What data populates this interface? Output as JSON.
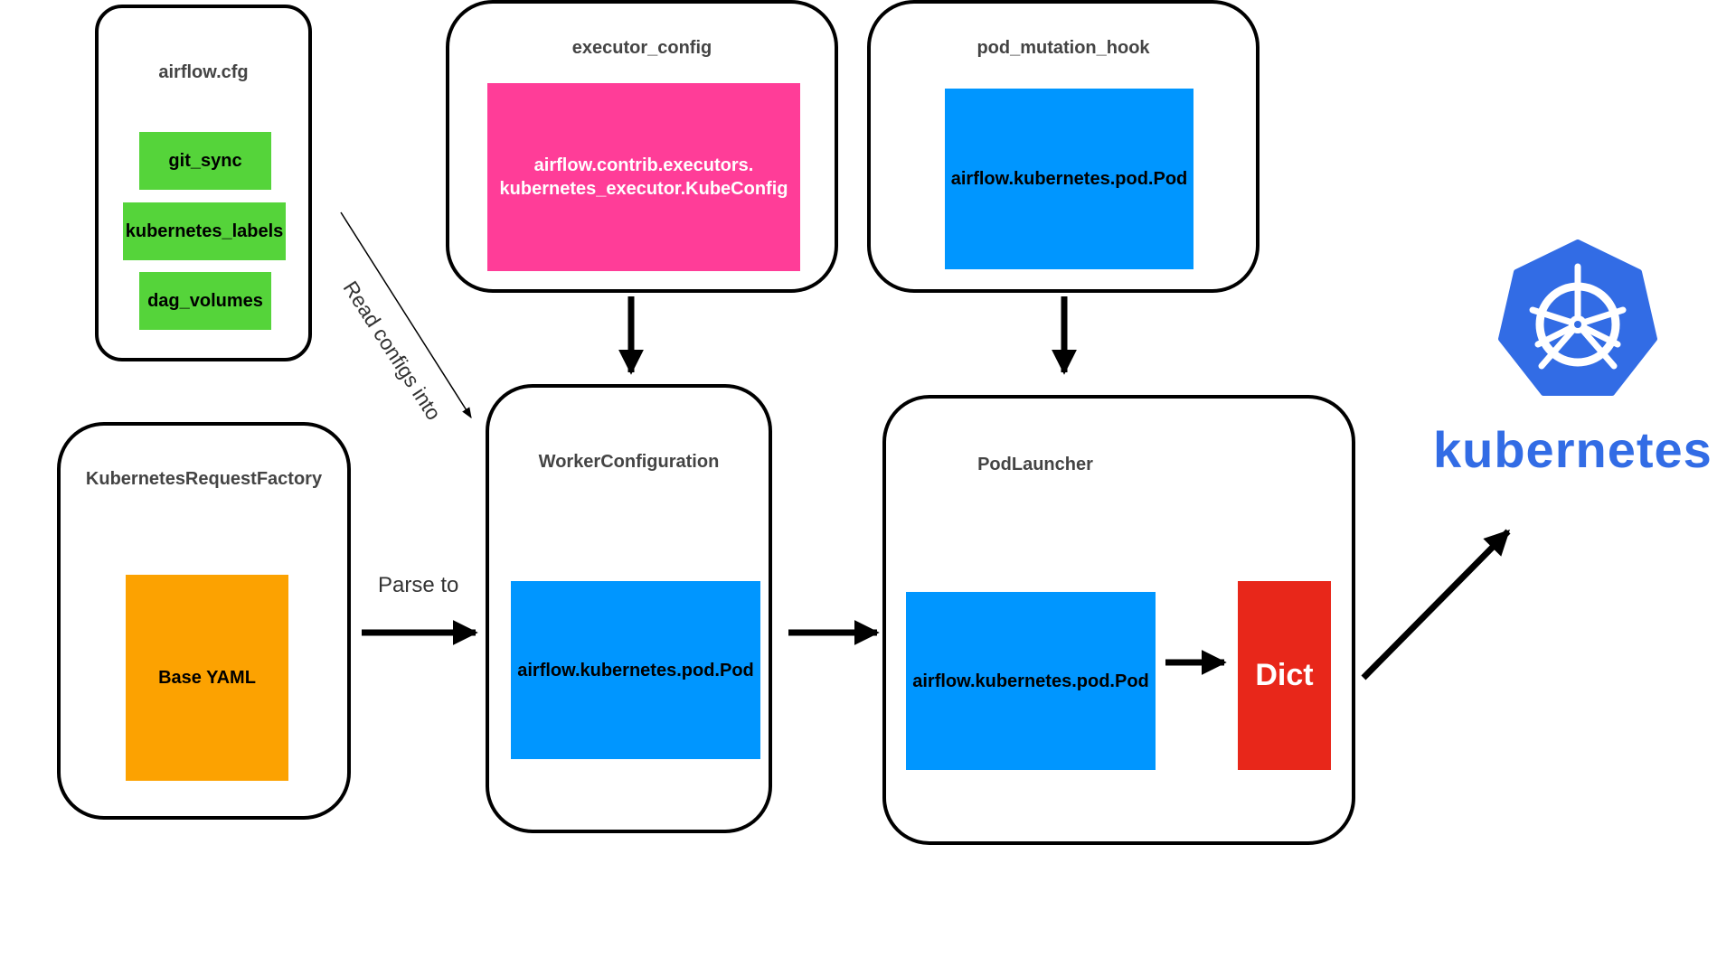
{
  "airflow_cfg": {
    "title": "airflow.cfg",
    "items": [
      "git_sync",
      "kubernetes_labels",
      "dag_volumes"
    ]
  },
  "executor_config": {
    "title": "executor_config",
    "content_line1": "airflow.contrib.executors.",
    "content_line2": "kubernetes_executor.KubeConfig"
  },
  "pod_mutation_hook": {
    "title": "pod_mutation_hook",
    "content": "airflow.kubernetes.pod.Pod"
  },
  "request_factory": {
    "title": "KubernetesRequestFactory",
    "content": "Base YAML"
  },
  "worker_configuration": {
    "title": "WorkerConfiguration",
    "content": "airflow.kubernetes.pod.Pod"
  },
  "pod_launcher": {
    "title": "PodLauncher",
    "content": "airflow.kubernetes.pod.Pod",
    "dict": "Dict"
  },
  "labels": {
    "read_configs": "Read configs into",
    "parse_to": "Parse to"
  },
  "logo": {
    "text": "kubernetes",
    "icon": "kubernetes-helm-icon",
    "color": "#326ce5"
  },
  "colors": {
    "green": "#55d43a",
    "pink": "#ff3d98",
    "blue": "#0096ff",
    "orange": "#fca201",
    "red": "#e8271a"
  }
}
